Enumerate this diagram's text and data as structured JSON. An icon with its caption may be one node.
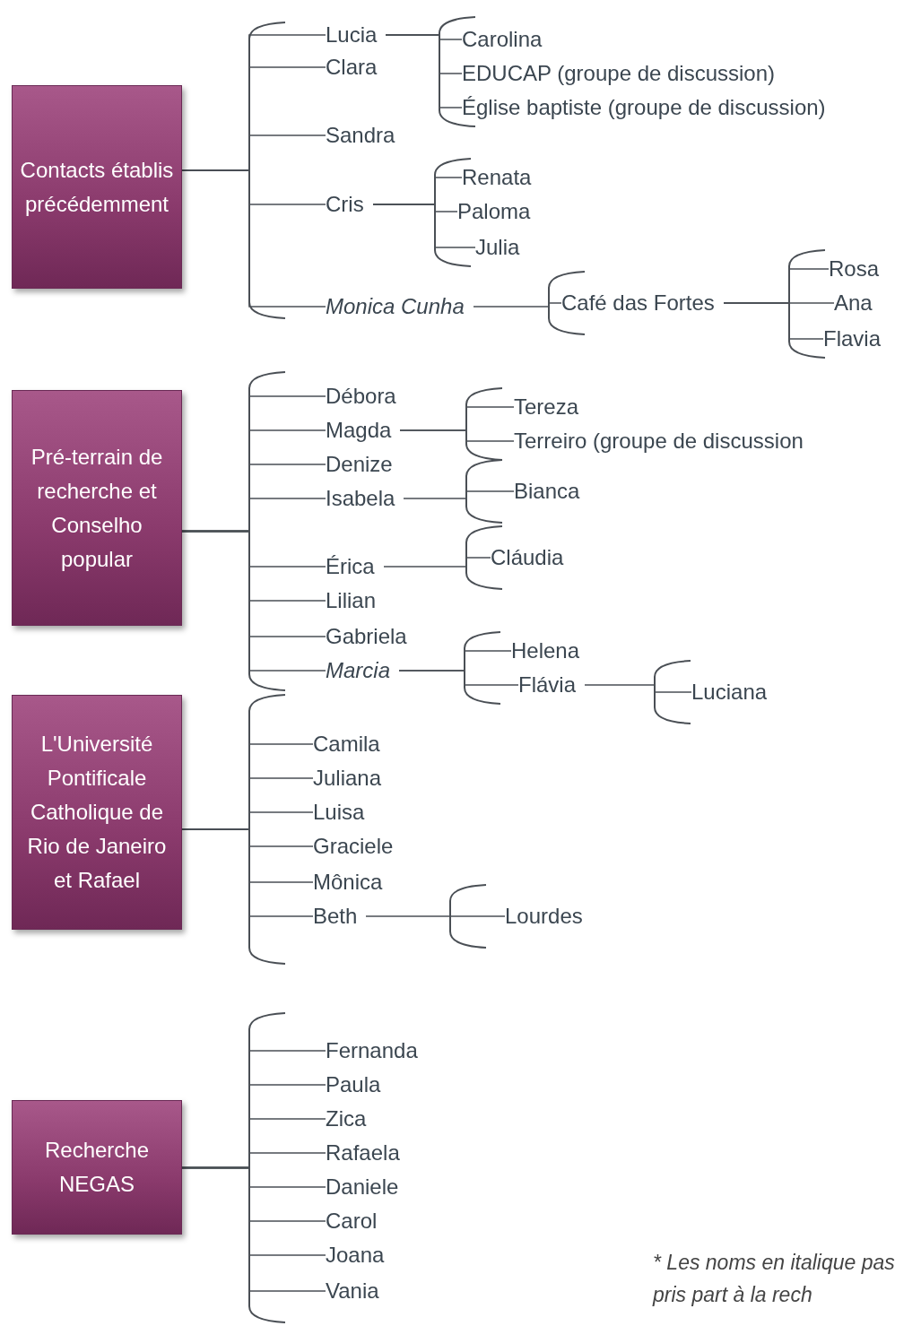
{
  "diagram": {
    "nodes": [
      {
        "text": [
          "Contacts établis précédemment"
        ]
      },
      {
        "text": [
          "Pré-terrain de recherche et Conselho popular"
        ]
      },
      {
        "text": [
          "L'Université Pontificale Catholique de Rio de Janeiro et Rafael"
        ]
      },
      {
        "text": [
          "Recherche NEGAS"
        ]
      },
      {
        "text": [
          "Lucia"
        ]
      },
      {
        "text": [
          "Clara"
        ]
      },
      {
        "text": [
          "Sandra"
        ]
      },
      {
        "text": [
          "Cris"
        ]
      },
      {
        "text": [
          "*Monica Cunha*"
        ]
      },
      {
        "text": [
          "Carolina"
        ]
      },
      {
        "text": [
          "EDUCAP (groupe de discussion)"
        ]
      },
      {
        "text": [
          "Église baptiste (groupe de discussion)"
        ]
      },
      {
        "text": [
          "Renata"
        ]
      },
      {
        "text": [
          "Paloma"
        ]
      },
      {
        "text": [
          "Julia"
        ]
      },
      {
        "text": [
          "Café das Fortes"
        ]
      },
      {
        "text": [
          "Rosa"
        ]
      },
      {
        "text": [
          "Ana"
        ]
      },
      {
        "text": [
          "Flavia"
        ]
      },
      {
        "text": [
          "Débora"
        ]
      },
      {
        "text": [
          "Magda"
        ]
      },
      {
        "text": [
          "Denize"
        ]
      },
      {
        "text": [
          "Isabela"
        ]
      },
      {
        "text": [
          "Érica"
        ]
      },
      {
        "text": [
          "Lilian"
        ]
      },
      {
        "text": [
          "Gabriela"
        ]
      },
      {
        "text": [
          "*Marcia*"
        ]
      },
      {
        "text": [
          "Tereza"
        ]
      },
      {
        "text": [
          "Terreiro (groupe de discussion"
        ]
      },
      {
        "text": [
          "Bianca"
        ]
      },
      {
        "text": [
          "Cláudia"
        ]
      },
      {
        "text": [
          "Helena"
        ]
      },
      {
        "text": [
          "Flávia"
        ]
      },
      {
        "text": [
          "Luciana"
        ]
      },
      {
        "text": [
          "Camila"
        ]
      },
      {
        "text": [
          "Juliana"
        ]
      },
      {
        "text": [
          "Luisa"
        ]
      },
      {
        "text": [
          "Graciele"
        ]
      },
      {
        "text": [
          "Mônica"
        ]
      },
      {
        "text": [
          "Beth"
        ]
      },
      {
        "text": [
          "Lourdes"
        ]
      },
      {
        "text": [
          "Fernanda"
        ]
      },
      {
        "text": [
          "Paula"
        ]
      },
      {
        "text": [
          "Zica"
        ]
      },
      {
        "text": [
          "Rafaela"
        ]
      },
      {
        "text": [
          "Daniele"
        ]
      },
      {
        "text": [
          "Carol"
        ]
      },
      {
        "text": [
          "Joana"
        ]
      },
      {
        "text": [
          "Vania"
        ]
      }
    ],
    "edges": [
      {
        "from": 0,
        "to": 4,
        "arrow": "none"
      },
      {
        "from": 0,
        "to": 5,
        "arrow": "none"
      },
      {
        "from": 0,
        "to": 6,
        "arrow": "none"
      },
      {
        "from": 0,
        "to": 7,
        "arrow": "none"
      },
      {
        "from": 0,
        "to": 8,
        "arrow": "none"
      },
      {
        "from": 4,
        "to": 9,
        "arrow": "none"
      },
      {
        "from": 4,
        "to": 10,
        "arrow": "none"
      },
      {
        "from": 4,
        "to": 11,
        "arrow": "none"
      },
      {
        "from": 7,
        "to": 12,
        "arrow": "none"
      },
      {
        "from": 7,
        "to": 13,
        "arrow": "none"
      },
      {
        "from": 7,
        "to": 14,
        "arrow": "none"
      },
      {
        "from": 8,
        "to": 15,
        "arrow": "none"
      },
      {
        "from": 15,
        "to": 16,
        "arrow": "none"
      },
      {
        "from": 15,
        "to": 17,
        "arrow": "none"
      },
      {
        "from": 15,
        "to": 18,
        "arrow": "none"
      },
      {
        "from": 1,
        "to": 19,
        "arrow": "none"
      },
      {
        "from": 1,
        "to": 20,
        "arrow": "none"
      },
      {
        "from": 1,
        "to": 21,
        "arrow": "none"
      },
      {
        "from": 1,
        "to": 22,
        "arrow": "none"
      },
      {
        "from": 1,
        "to": 23,
        "arrow": "none"
      },
      {
        "from": 1,
        "to": 24,
        "arrow": "none"
      },
      {
        "from": 1,
        "to": 25,
        "arrow": "none"
      },
      {
        "from": 1,
        "to": 26,
        "arrow": "none"
      },
      {
        "from": 20,
        "to": 27,
        "arrow": "none"
      },
      {
        "from": 20,
        "to": 28,
        "arrow": "none"
      },
      {
        "from": 22,
        "to": 29,
        "arrow": "none"
      },
      {
        "from": 23,
        "to": 30,
        "arrow": "none"
      },
      {
        "from": 26,
        "to": 31,
        "arrow": "none"
      },
      {
        "from": 26,
        "to": 32,
        "arrow": "none"
      },
      {
        "from": 32,
        "to": 33,
        "arrow": "none"
      },
      {
        "from": 2,
        "to": 34,
        "arrow": "none"
      },
      {
        "from": 2,
        "to": 35,
        "arrow": "none"
      },
      {
        "from": 2,
        "to": 36,
        "arrow": "none"
      },
      {
        "from": 2,
        "to": 37,
        "arrow": "none"
      },
      {
        "from": 2,
        "to": 38,
        "arrow": "none"
      },
      {
        "from": 2,
        "to": 39,
        "arrow": "none"
      },
      {
        "from": 39,
        "to": 40,
        "arrow": "none"
      },
      {
        "from": 3,
        "to": 41,
        "arrow": "none"
      },
      {
        "from": 3,
        "to": 42,
        "arrow": "none"
      },
      {
        "from": 3,
        "to": 43,
        "arrow": "none"
      },
      {
        "from": 3,
        "to": 44,
        "arrow": "none"
      },
      {
        "from": 3,
        "to": 45,
        "arrow": "none"
      },
      {
        "from": 3,
        "to": 46,
        "arrow": "none"
      },
      {
        "from": 3,
        "to": 47,
        "arrow": "none"
      },
      {
        "from": 3,
        "to": 48,
        "arrow": "none"
      }
    ],
    "labels": [
      "* Les noms en italique pas pris part à la rech"
    ]
  }
}
